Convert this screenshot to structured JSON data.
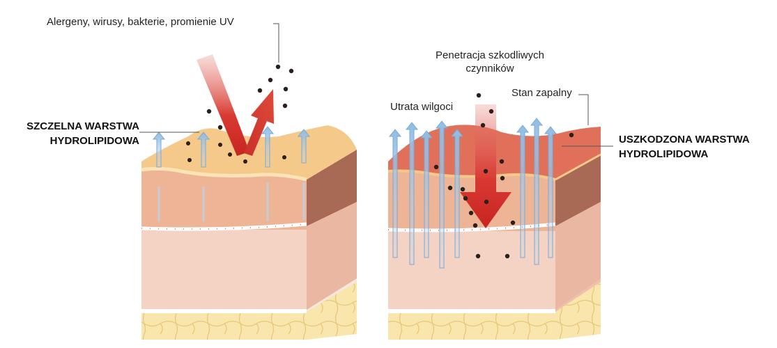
{
  "labels": {
    "threats": "Alergeny, wirusy, bakterie, promienie UV",
    "healthy_layer_line1": "SZCZELNA WARSTWA",
    "healthy_layer_line2": "HYDROLIPIDOWA",
    "penetration_line1": "Penetracja szkodliwych",
    "penetration_line2": "czynników",
    "moisture_loss": "Utrata wilgoci",
    "inflammation": "Stan zapalny",
    "damaged_layer_line1": "USZKODZONA WARSTWA",
    "damaged_layer_line2": "HYDROLIPIDOWA"
  },
  "colors": {
    "healthy_top": "#f5c98a",
    "damaged_top": "#e0705a",
    "epidermis": "#efb394",
    "side_dark": "#a86a55",
    "dermis": "#f3d1c2",
    "fat": "#f7e2a3",
    "arrow_red": "#d8322c",
    "moisture_arrow": "#9dc4e6",
    "particle": "#2a1f1c"
  }
}
